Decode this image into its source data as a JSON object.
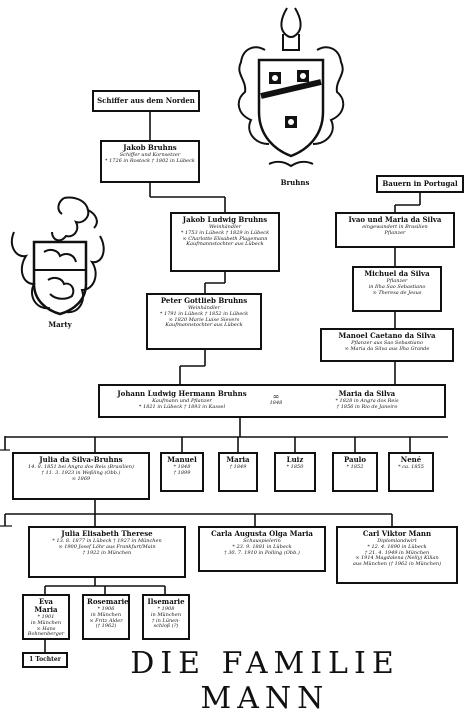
{
  "labels": {
    "schiffer": "Schiffer aus dem Norden",
    "bauern": "Bauern in Portugal",
    "tochter": "1 Tochter",
    "bruhns_crest": "Bruhns",
    "marty_crest": "Marty",
    "title": "DIE FAMILIE MANN"
  },
  "people": {
    "jakob": {
      "name": "Jakob Bruhns",
      "lines": [
        "Schiffer und Kornsetzer",
        "* 1726 in Rostock † 1802 in Lübeck"
      ]
    },
    "jakob_ludwig": {
      "name": "Jakob Ludwig Bruhns",
      "lines": [
        "Weinhändler",
        "* 1753 in Lübeck † 1829 in Lübeck",
        "∞ Charlotte Elisabeth Plagemann",
        "Kaufmannstochter aus Lübeck"
      ]
    },
    "peter": {
      "name": "Peter Gottlieb Bruhns",
      "lines": [
        "Weinhändler",
        "* 1791 in Lübeck † 1852 in Lübeck",
        "∞ 1820 Marie Luise Sievers",
        "Kaufmannstochter aus Lübeck"
      ]
    },
    "ivao": {
      "name": "Ivao und Maria da Silva",
      "lines": [
        "eingewandert in Brasilien",
        "Pflanzer"
      ]
    },
    "michuel": {
      "name": "Michuel da Silva",
      "lines": [
        "Pflanzer",
        "in Ilha Sao Sebastiano",
        "∞ Theresa de Jesus"
      ]
    },
    "manoel": {
      "name": "Manoel Caetano da Silva",
      "lines": [
        "Pflanzer aus Sao Sebastiano",
        "∞ Maria da Silva aus Ilha Grande"
      ]
    },
    "johann": {
      "name": "Johann Ludwig Hermann Bruhns",
      "lines": [
        "Kaufmann und Pflanzer",
        "* 1821 in Lübeck † 1893 in Kassel"
      ]
    },
    "marriage": {
      "symbol": "∞",
      "year": "1848"
    },
    "maria_silva": {
      "name": "Maria da Silva",
      "lines": [
        "* 1828 in Angra dos Reis",
        "† 1856 in Rio de Janeiro"
      ]
    },
    "julia": {
      "name": "Julia da Silva-Bruhns",
      "lines": [
        "14. 8. 1851 bei Angra dos Reis (Brasilien)",
        "† 11. 3. 1923 in Weßling (Obb.)",
        "∞ 1869"
      ]
    },
    "manuel": {
      "name": "Manuel",
      "lines": [
        "* 1848",
        "† 1899"
      ]
    },
    "maria_c": {
      "name": "Maria",
      "lines": [
        "† 1849"
      ]
    },
    "luiz": {
      "name": "Luiz",
      "lines": [
        "* 1850"
      ]
    },
    "paulo": {
      "name": "Paulo",
      "lines": [
        "* 1852"
      ]
    },
    "nene": {
      "name": "Nené",
      "lines": [
        "* ca. 1855"
      ]
    },
    "julia_e": {
      "name": "Julia Elisabeth Therese",
      "lines": [
        "* 13. 8. 1877 in Lübeck † 1927 in München",
        "∞ 1900 Josef Löhr aus Frankfurt/Main",
        "† 1922 in München"
      ]
    },
    "carla": {
      "name": "Carla Augusta Olga Maria",
      "lines": [
        "Schauspielerin",
        "* 23. 9. 1881 in Lübeck",
        "† 30. 7. 1910 in Polling (Obb.)"
      ]
    },
    "carl": {
      "name": "Carl Viktor Mann",
      "lines": [
        "Diplomlandwirt",
        "* 12. 4. 1890 in Lübeck",
        "† 21. 4. 1949 in München",
        "∞ 1914 Magdalena (Nelly) Kilian",
        "aus München († 1962 in München)"
      ]
    },
    "eva": {
      "name": "Eva Maria",
      "lines": [
        "* 1901",
        "in München",
        "∞ Hans",
        "Bohnenberger"
      ]
    },
    "rosemarie": {
      "name": "Rosemarie",
      "lines": [
        "* 1906",
        "in München",
        "∞ Fritz Alder",
        "(† 1962)"
      ]
    },
    "ilsemarie": {
      "name": "Ilsemarie",
      "lines": [
        "* 1908",
        "in München",
        "† in Lünen-",
        "schloß (?)"
      ]
    }
  }
}
